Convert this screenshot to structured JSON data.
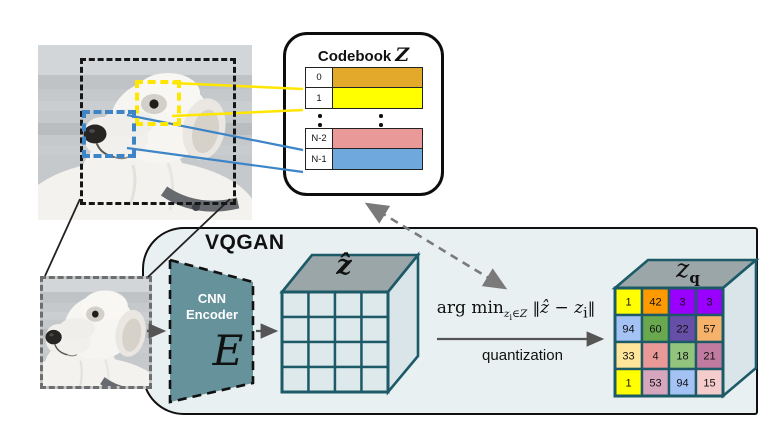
{
  "colors": {
    "patch_yellow": "#ffe600",
    "patch_blue": "#3d85c6",
    "arrow_gray": "#555555",
    "dashed_arrow_gray": "#7a7a7a",
    "vqgan_bg": "#e9f0f1",
    "encoder_fill": "#65929b",
    "cube_border": "#1d5a68",
    "cube_cell": "#dee9ec",
    "cube_top": "#9ba6a9",
    "cube_side": "#d9e5e9"
  },
  "codebook": {
    "title": "Codebook",
    "symbol": "Z",
    "ellipsis_dots": 2,
    "rows": [
      {
        "index": "0",
        "color": "#e2a92b"
      },
      {
        "index": "1",
        "color": "#ffff00"
      },
      {
        "index": "N-2",
        "color": "#ea9999"
      },
      {
        "index": "N-1",
        "color": "#6fa8dc"
      }
    ]
  },
  "vqgan": {
    "label": "VQGAN",
    "encoder": {
      "line1": "CNN",
      "line2": "Encoder",
      "symbol": "E"
    },
    "latent": {
      "label": "ẑ",
      "grid_rows": 4,
      "grid_cols": 4
    },
    "formula": {
      "argmin": "arg min",
      "sub_var": "z",
      "sub_idx": "i",
      "sub_rel": "∈",
      "sub_set": "Z",
      "norm": "‖",
      "zhat": "ẑ",
      "minus": "−",
      "var": "z",
      "idx": "i"
    },
    "quantization_label": "quantization",
    "quantized": {
      "label": "z",
      "label_sub": "q",
      "values": [
        [
          1,
          42,
          3,
          3
        ],
        [
          94,
          60,
          22,
          57
        ],
        [
          33,
          4,
          18,
          21
        ],
        [
          1,
          53,
          94,
          15
        ]
      ],
      "cell_colors": [
        [
          "#ffff00",
          "#ff9900",
          "#9900ff",
          "#9900ff"
        ],
        [
          "#a4c2f4",
          "#6aa84f",
          "#674ea7",
          "#f6b26b"
        ],
        [
          "#ffe599",
          "#ea9999",
          "#93c47d",
          "#c27ba0"
        ],
        [
          "#ffff00",
          "#d5a6bd",
          "#a4c2f4",
          "#f4cccc"
        ]
      ]
    }
  }
}
